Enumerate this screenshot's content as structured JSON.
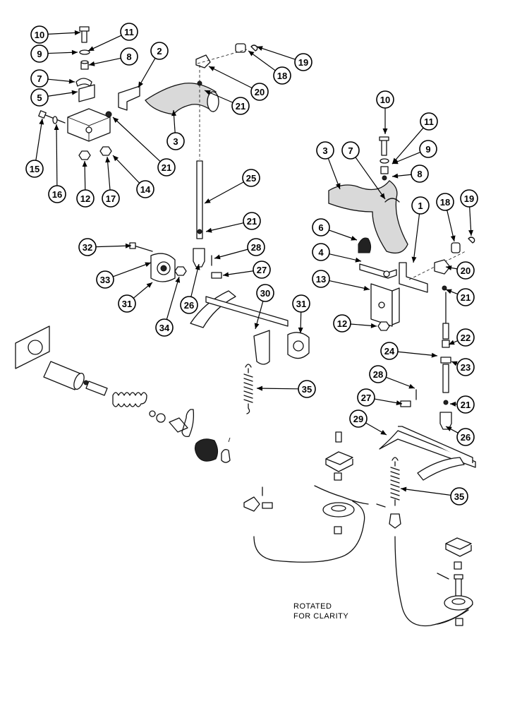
{
  "callouts": [
    {
      "label": "10"
    },
    {
      "label": "11"
    },
    {
      "label": "9"
    },
    {
      "label": "8"
    },
    {
      "label": "2"
    },
    {
      "label": "19"
    },
    {
      "label": "18"
    },
    {
      "label": "7"
    },
    {
      "label": "20"
    },
    {
      "label": "5"
    },
    {
      "label": "21"
    },
    {
      "label": "3"
    },
    {
      "label": "15"
    },
    {
      "label": "16"
    },
    {
      "label": "12"
    },
    {
      "label": "17"
    },
    {
      "label": "14"
    },
    {
      "label": "21"
    },
    {
      "label": "25"
    },
    {
      "label": "21"
    },
    {
      "label": "32"
    },
    {
      "label": "28"
    },
    {
      "label": "33"
    },
    {
      "label": "27"
    },
    {
      "label": "31"
    },
    {
      "label": "26"
    },
    {
      "label": "34"
    },
    {
      "label": "30"
    },
    {
      "label": "31"
    },
    {
      "label": "35"
    },
    {
      "label": "10"
    },
    {
      "label": "11"
    },
    {
      "label": "3"
    },
    {
      "label": "7"
    },
    {
      "label": "9"
    },
    {
      "label": "8"
    },
    {
      "label": "19"
    },
    {
      "label": "18"
    },
    {
      "label": "1"
    },
    {
      "label": "6"
    },
    {
      "label": "4"
    },
    {
      "label": "20"
    },
    {
      "label": "13"
    },
    {
      "label": "21"
    },
    {
      "label": "12"
    },
    {
      "label": "22"
    },
    {
      "label": "24"
    },
    {
      "label": "23"
    },
    {
      "label": "28"
    },
    {
      "label": "27"
    },
    {
      "label": "21"
    },
    {
      "label": "29"
    },
    {
      "label": "26"
    },
    {
      "label": "35"
    }
  ],
  "note": {
    "line1": "ROTATED",
    "line2": "FOR CLARITY"
  }
}
